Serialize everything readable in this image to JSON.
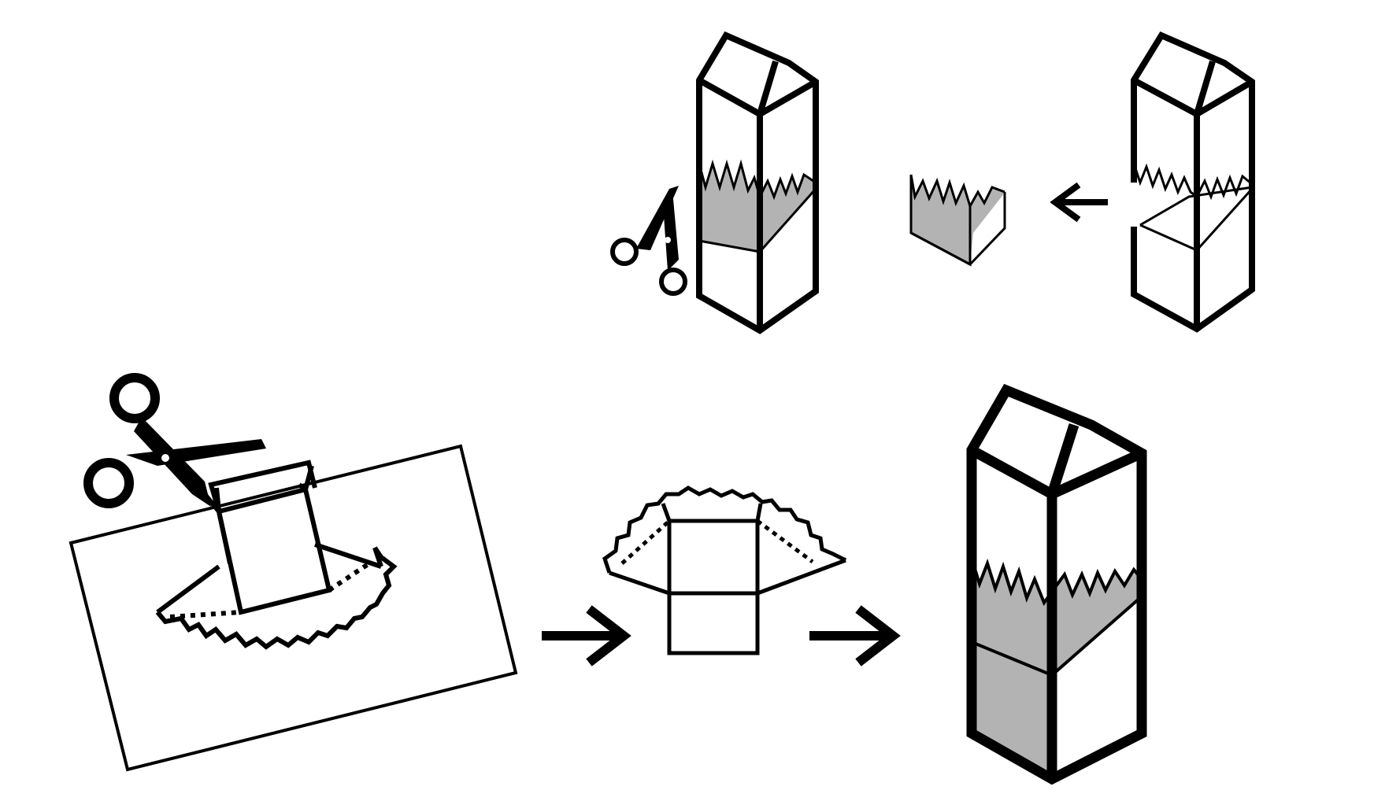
{
  "diagram": {
    "background": "#ffffff",
    "ink_color": "#000000",
    "fill_color": "#b3b3b3",
    "steps": [
      {
        "id": "cut-carton",
        "icons": [
          "scissors-icon",
          "milk-carton-icon"
        ]
      },
      {
        "id": "removed-band",
        "icons": [
          "arrow-left-icon",
          "carton-band-piece",
          "milk-carton-icon"
        ]
      },
      {
        "id": "cut-net",
        "icons": [
          "scissors-icon",
          "paper-sheet",
          "box-net"
        ]
      },
      {
        "id": "cut-out-net",
        "icons": [
          "arrow-right-icon",
          "box-net"
        ]
      },
      {
        "id": "patched-carton",
        "icons": [
          "arrow-right-icon",
          "milk-carton-icon"
        ]
      }
    ]
  }
}
